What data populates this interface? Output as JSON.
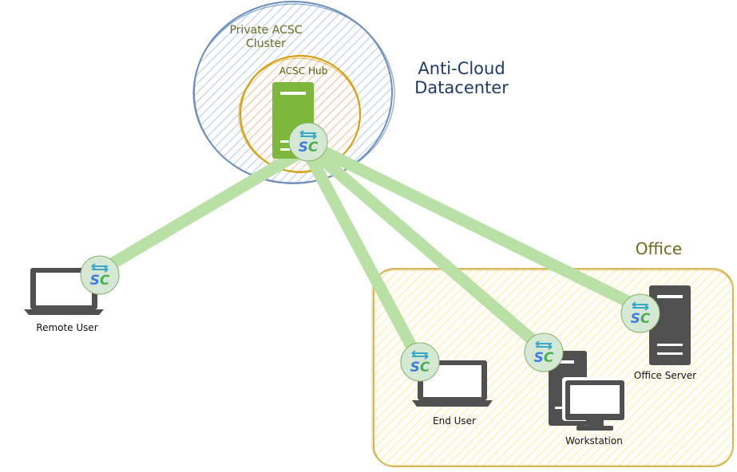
{
  "labels": {
    "cluster": "Private ACSC Cluster",
    "hub": "ACSC Hub",
    "datacenter": "Anti-Cloud Datacenter",
    "office": "Office",
    "remote_user": "Remote User",
    "end_user": "End User",
    "workstation": "Workstation",
    "office_server": "Office Server"
  },
  "badge_text": "SC",
  "colors": {
    "cluster_border": "#6c8ebf",
    "cluster_hatch": "#c9d9ee",
    "hub_border": "#d79b00",
    "hub_fill": "#fbe1c7",
    "office_border": "#d6b656",
    "office_hatch": "#fff0b3",
    "link": "#b9e0a5",
    "badge_fill": "#d5e8d4",
    "badge_border": "#82b366",
    "server_green": "#7db83c",
    "device_dark": "#505050"
  }
}
